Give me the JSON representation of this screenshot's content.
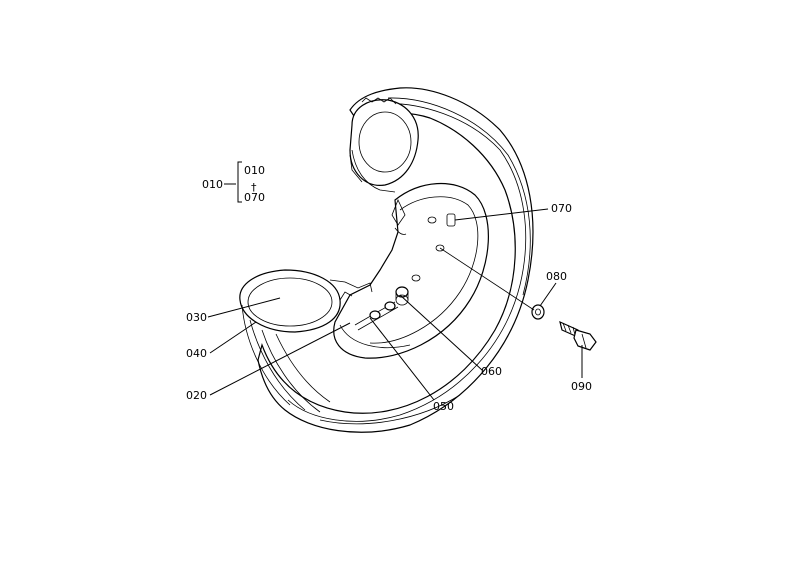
{
  "assembly": {
    "label": "010",
    "range_start": "010",
    "range_sep": "†",
    "range_end": "070"
  },
  "callouts": [
    {
      "id": "070"
    },
    {
      "id": "080"
    },
    {
      "id": "030"
    },
    {
      "id": "040"
    },
    {
      "id": "020"
    },
    {
      "id": "060"
    },
    {
      "id": "050"
    },
    {
      "id": "090"
    }
  ]
}
